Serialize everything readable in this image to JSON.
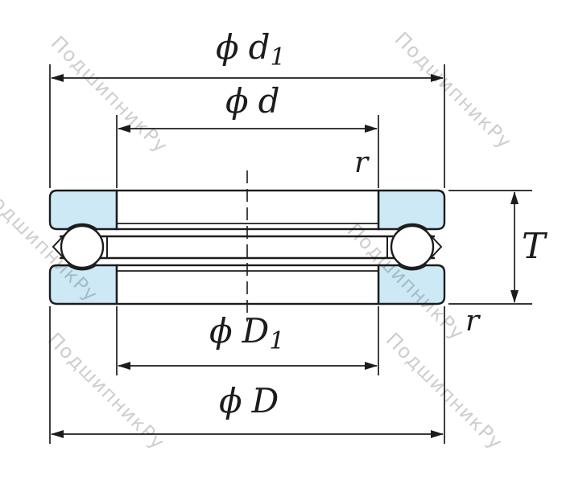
{
  "diagram": {
    "type": "thrust-ball-bearing-cross-section",
    "watermark": "ПодшипникРу",
    "labels": {
      "d1": {
        "sym": "ϕ",
        "name": "d",
        "sub": "1"
      },
      "d": {
        "sym": "ϕ",
        "name": "d"
      },
      "D1": {
        "sym": "ϕ",
        "name": "D",
        "sub": "1"
      },
      "D": {
        "sym": "ϕ",
        "name": "D"
      },
      "T": {
        "name": "T"
      },
      "r_top": {
        "name": "r"
      },
      "r_right": {
        "name": "r"
      }
    },
    "colors": {
      "section_fill": "#cde9f6",
      "line": "#1c1c1c",
      "watermark": "#c6c6c6"
    }
  }
}
